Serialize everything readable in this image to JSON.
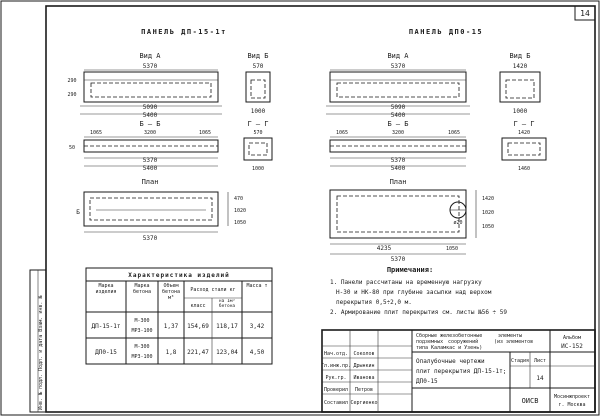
{
  "sheet": {
    "page_number": "14"
  },
  "left_panel": {
    "title": "ПАНЕЛЬ ДП-15-1т",
    "view_a": {
      "label": "Вид А",
      "top_dim": "5370",
      "dim_1": "5090",
      "dim_2": "5400",
      "side_dim_left": "290",
      "side_dim_left2": "290"
    },
    "view_b_side": {
      "label": "Вид Б",
      "top_dim": "570",
      "bottom_dim": "1000"
    },
    "section_bb": {
      "label": "Б – Б",
      "dims_top": [
        "1065",
        "3200",
        "1065"
      ],
      "left_dim": "50",
      "dim_1": "5370",
      "dim_2": "5400"
    },
    "section_gg": {
      "label": "Г – Г",
      "top_dim": "570",
      "bottom_dim": "1000"
    },
    "plan": {
      "label": "План",
      "marker_b": "Б",
      "dim_bottom": "5370",
      "side_dims": [
        "470",
        "1020",
        "1050"
      ]
    }
  },
  "right_panel": {
    "title": "ПАНЕЛЬ ДП0-15",
    "view_a": {
      "label": "Вид А",
      "top_dim": "5370",
      "dim_1": "5090",
      "dim_2": "5400"
    },
    "view_b_side": {
      "label": "Вид Б",
      "top_dim": "1420",
      "bottom_dim": "1000"
    },
    "section_bb": {
      "label": "Б – Б",
      "dims_top": [
        "1065",
        "3200",
        "1065"
      ],
      "dim_1": "5370",
      "dim_2": "5400"
    },
    "section_gg": {
      "label": "Г – Г",
      "top_dim": "1420",
      "bottom_dim": "1460"
    },
    "plan": {
      "label": "План",
      "hole_label": "ø20",
      "dim_bottom": "4235",
      "dim_small": "1050",
      "dim_total": "5370",
      "side_dims": [
        "1420",
        "1020",
        "1050"
      ]
    }
  },
  "notes": {
    "heading": "Примечания:",
    "items": [
      "1. Панели рассчитаны на временную нагрузку",
      "Н-30 и НК-80 при глубине засыпки над верхом",
      "перекрытия 0,5÷2,0 м.",
      "2. Армирование плит перекрытия см. листы №56 ÷ 59"
    ]
  },
  "spec_table": {
    "title": "Характеристика изделий",
    "headers": [
      "Марка изделия",
      "Марка бетона",
      "Объем бетона м³",
      "Расход стали кг",
      "Масса т"
    ],
    "sub_headers": [
      "класс",
      "на 1м³ бетона"
    ],
    "rows": [
      {
        "mark": "ДП-15-1т",
        "concrete": [
          "М-300",
          "МРЗ-100"
        ],
        "volume": "1,37",
        "steel": "154,69",
        "steel_per": "118,17",
        "mass": "3,42"
      },
      {
        "mark": "ДП0-15",
        "concrete": [
          "М-300",
          "МРЗ-100"
        ],
        "volume": "1,8",
        "steel": "221,47",
        "steel_per": "123,04",
        "mass": "4,50"
      }
    ]
  },
  "title_block": {
    "top_text": [
      "Сборные железобетонные",
      "элементы",
      "подземных",
      "сооружений",
      "(из элементов",
      "типа Каламкас и Узень)"
    ],
    "album_label": "Альбом",
    "album_value": "ИС-152",
    "main_title": [
      "Опалубочные чертежи",
      "плит перекрытия ДП-15-1т;",
      "ДП0-15"
    ],
    "stage_label": "Стадия",
    "sheet_label": "Лист",
    "sheet_value": "14",
    "org_left": "ОИСВ",
    "org_right": [
      "Мосинжпроект",
      "г. Москва"
    ],
    "signers": [
      {
        "role": "Нач.отд.",
        "name": "Соколов"
      },
      {
        "role": "Гл.инж.пр.",
        "name": "Дрынкин"
      },
      {
        "role": "Рук.гр.",
        "name": "Иванова"
      },
      {
        "role": "Проверил",
        "name": "Петров"
      },
      {
        "role": "Составил",
        "name": "Сергиенко"
      }
    ]
  },
  "side_stamp": {
    "text": "Инв. № подл.   Подп. и дата   Взам. инв. №"
  }
}
